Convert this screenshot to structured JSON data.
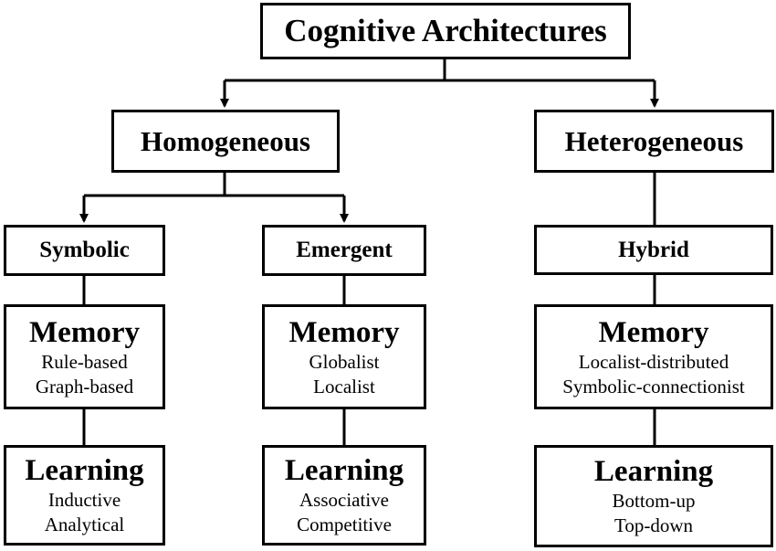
{
  "root": {
    "label": "Cognitive Architectures"
  },
  "level1": {
    "left": {
      "label": "Homogeneous"
    },
    "right": {
      "label": "Heterogeneous"
    }
  },
  "level2": {
    "symbolic": {
      "label": "Symbolic"
    },
    "emergent": {
      "label": "Emergent"
    },
    "hybrid": {
      "label": "Hybrid"
    }
  },
  "memory": {
    "symbolic": {
      "title": "Memory",
      "items": [
        "Rule-based",
        "Graph-based"
      ]
    },
    "emergent": {
      "title": "Memory",
      "items": [
        "Globalist",
        "Localist"
      ]
    },
    "hybrid": {
      "title": "Memory",
      "items": [
        "Localist-distributed",
        "Symbolic-connectionist"
      ]
    }
  },
  "learning": {
    "symbolic": {
      "title": "Learning",
      "items": [
        "Inductive",
        "Analytical"
      ]
    },
    "emergent": {
      "title": "Learning",
      "items": [
        "Associative",
        "Competitive"
      ]
    },
    "hybrid": {
      "title": "Learning",
      "items": [
        "Bottom-up",
        "Top-down"
      ]
    }
  }
}
